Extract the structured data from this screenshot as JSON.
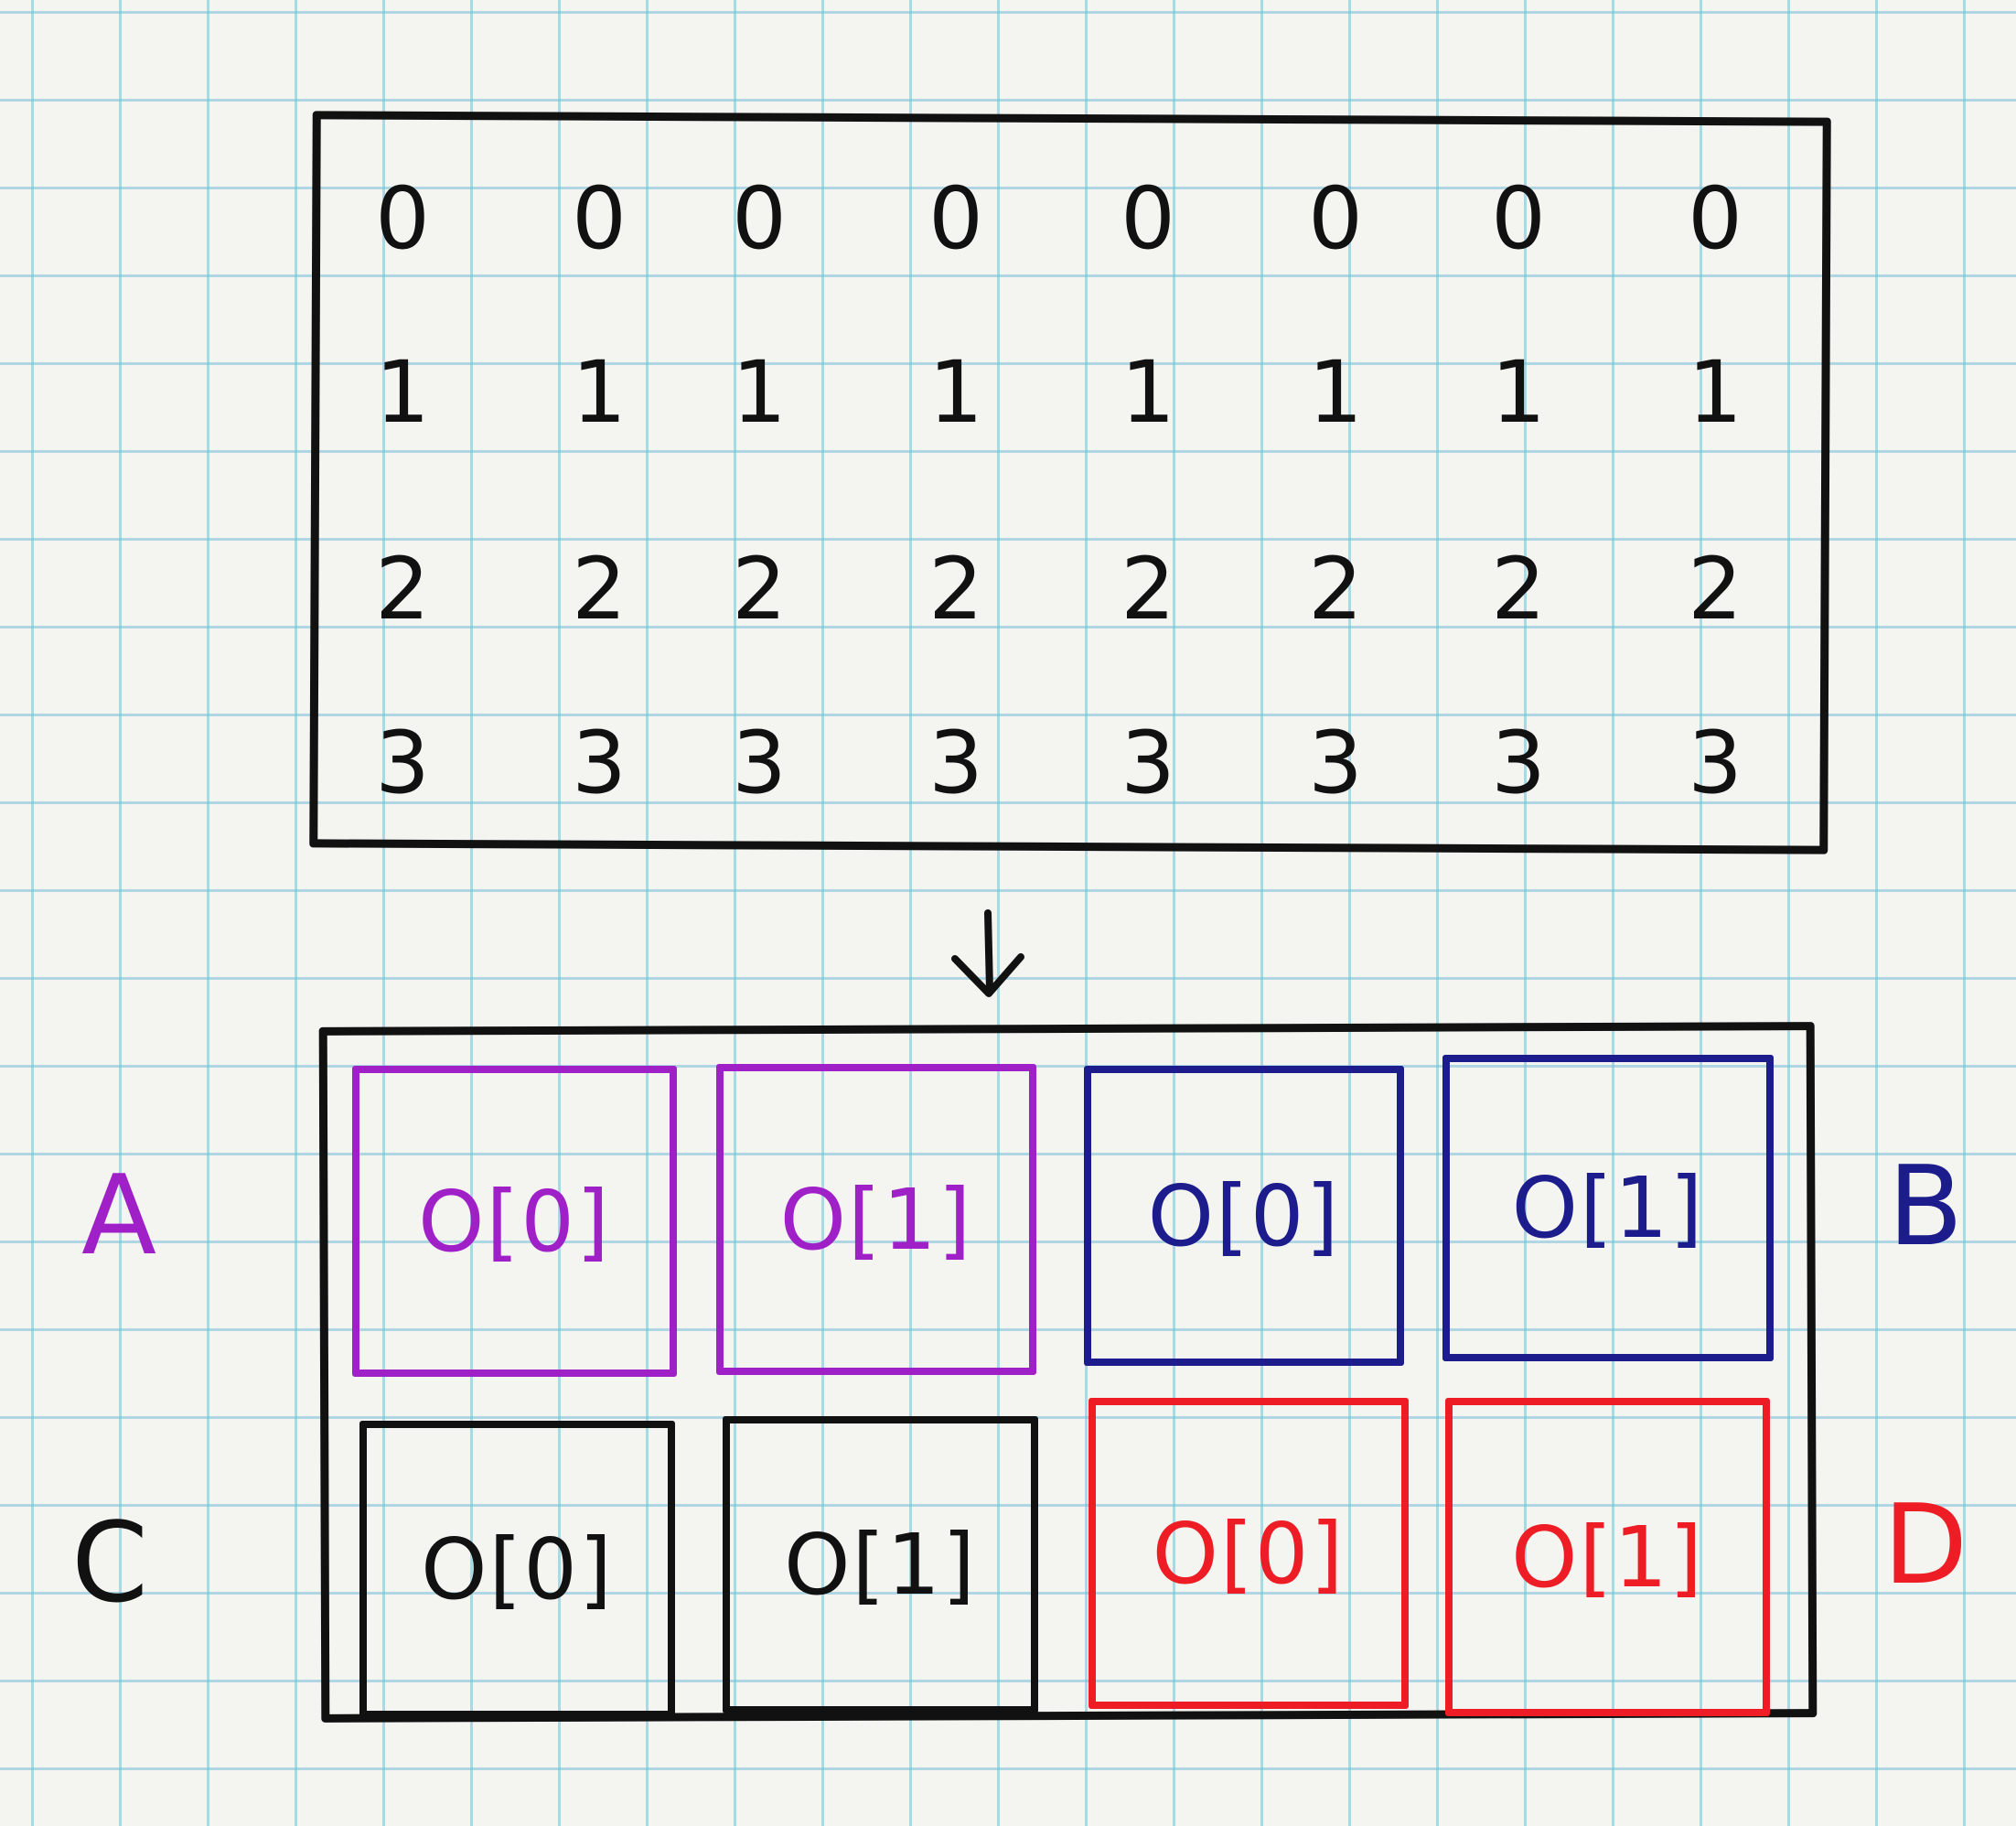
{
  "colors": {
    "ink": "#111111",
    "purple": "#a020c8",
    "blue": "#1c1c8c",
    "red": "#ee1c24",
    "grid": "#78bed7",
    "paper": "#f4f5f1"
  },
  "top_grid": {
    "rows": [
      [
        "0",
        "0",
        "0",
        "0",
        "0",
        "0",
        "0",
        "0"
      ],
      [
        "1",
        "1",
        "1",
        "1",
        "1",
        "1",
        "1",
        "1"
      ],
      [
        "2",
        "2",
        "2",
        "2",
        "2",
        "2",
        "2",
        "2"
      ],
      [
        "3",
        "3",
        "3",
        "3",
        "3",
        "3",
        "3",
        "3"
      ]
    ]
  },
  "arrow": "↓",
  "groups": [
    {
      "name": "A",
      "color": "#a020c8",
      "blocks": [
        "O[0]",
        "O[1]"
      ]
    },
    {
      "name": "B",
      "color": "#1c1c8c",
      "blocks": [
        "O[0]",
        "O[1]"
      ]
    },
    {
      "name": "C",
      "color": "#111111",
      "blocks": [
        "O[0]",
        "O[1]"
      ]
    },
    {
      "name": "D",
      "color": "#ee1c24",
      "blocks": [
        "O[0]",
        "O[1]"
      ]
    }
  ]
}
